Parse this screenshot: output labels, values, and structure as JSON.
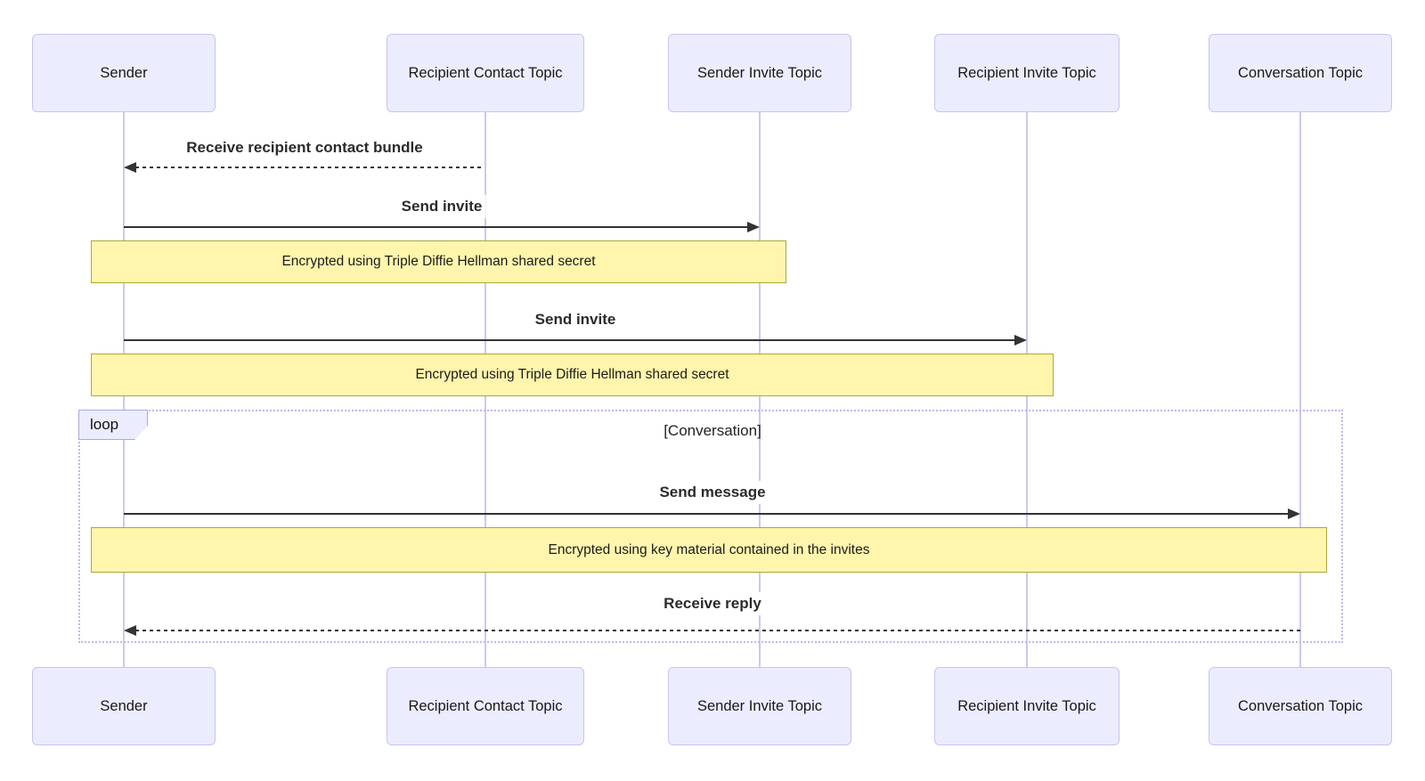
{
  "diagram_type": "sequence-diagram",
  "actors": [
    {
      "id": "sender",
      "label": "Sender"
    },
    {
      "id": "recipient-contact-topic",
      "label": "Recipient Contact Topic"
    },
    {
      "id": "sender-invite-topic",
      "label": "Sender Invite Topic"
    },
    {
      "id": "recipient-invite-topic",
      "label": "Recipient Invite Topic"
    },
    {
      "id": "conversation-topic",
      "label": "Conversation Topic"
    }
  ],
  "messages": [
    {
      "label": "Receive recipient contact bundle",
      "from": "recipient-contact-topic",
      "to": "sender",
      "line": "dashed"
    },
    {
      "label": "Send invite",
      "from": "sender",
      "to": "sender-invite-topic",
      "line": "solid"
    },
    {
      "label": "Send invite",
      "from": "sender",
      "to": "recipient-invite-topic",
      "line": "solid"
    },
    {
      "label": "Send message",
      "from": "sender",
      "to": "conversation-topic",
      "line": "solid"
    },
    {
      "label": "Receive reply",
      "from": "conversation-topic",
      "to": "sender",
      "line": "dashed"
    }
  ],
  "notes": [
    {
      "label": "Encrypted using Triple Diffie Hellman shared secret",
      "over": [
        "sender",
        "sender-invite-topic"
      ]
    },
    {
      "label": "Encrypted using Triple Diffie Hellman shared secret",
      "over": [
        "sender",
        "recipient-invite-topic"
      ]
    },
    {
      "label": "Encrypted using key material contained in the invites",
      "over": [
        "sender",
        "conversation-topic"
      ]
    }
  ],
  "loop": {
    "label": "loop",
    "condition": "[Conversation]"
  },
  "colors": {
    "actor_fill": "#ECECFF",
    "actor_border": "#C9C2F0",
    "lifeline": "#CCC9F0",
    "note_fill": "#FFF5AD",
    "note_border": "#AAAA33",
    "loop_border": "#BEB8EE",
    "loop_tab_border": "#AEA8D8",
    "arrow": "#333333"
  }
}
